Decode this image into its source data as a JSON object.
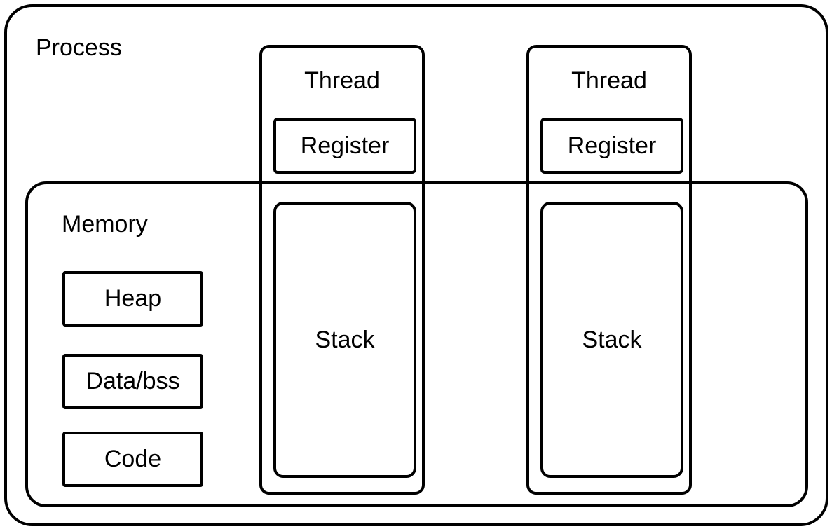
{
  "process": {
    "label": "Process"
  },
  "memory": {
    "label": "Memory",
    "segments": [
      "Heap",
      "Data/bss",
      "Code"
    ]
  },
  "threads": [
    {
      "title": "Thread",
      "register": "Register",
      "stack": "Stack"
    },
    {
      "title": "Thread",
      "register": "Register",
      "stack": "Stack"
    }
  ]
}
